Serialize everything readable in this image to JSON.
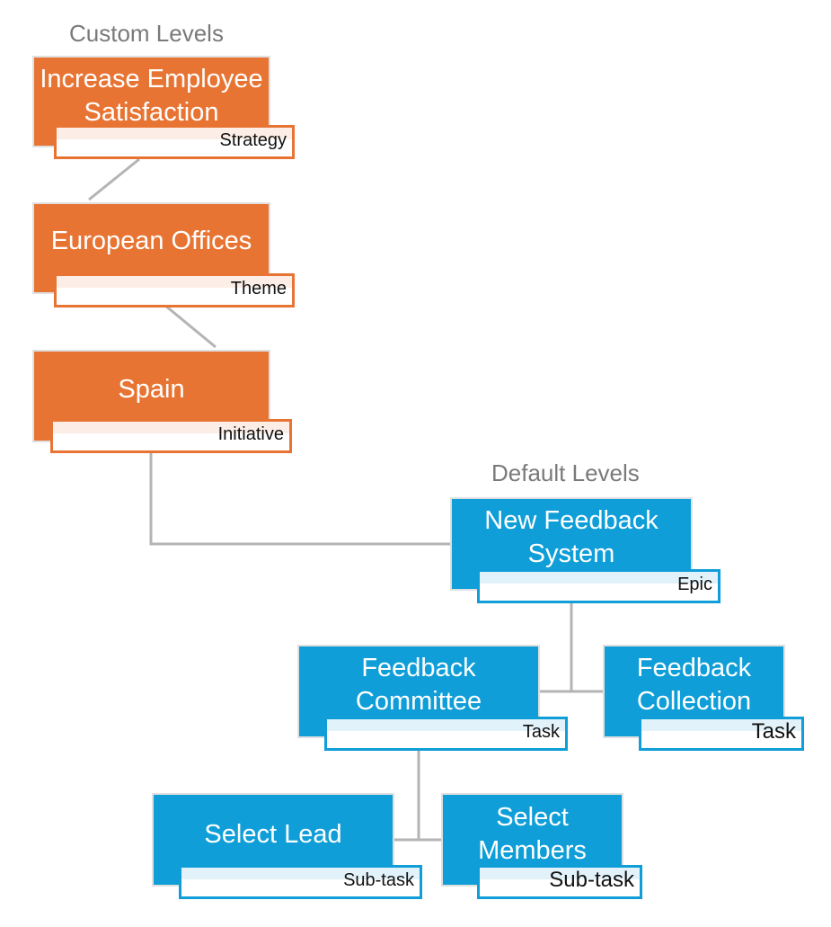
{
  "labels": {
    "custom_levels": "Custom Levels",
    "default_levels": "Default Levels"
  },
  "colors": {
    "custom": "#E87433",
    "default": "#0F9ED8",
    "connector": "#B4B4B4",
    "label_text": "#7A7A7A"
  },
  "nodes": {
    "strategy": {
      "title": "Increase Employee\nSatisfaction",
      "level": "Strategy"
    },
    "theme": {
      "title": "European Offices",
      "level": "Theme"
    },
    "initiative": {
      "title": "Spain",
      "level": "Initiative"
    },
    "epic": {
      "title": "New Feedback\nSystem",
      "level": "Epic"
    },
    "task_committee": {
      "title": "Feedback\nCommittee",
      "level": "Task"
    },
    "task_collection": {
      "title": "Feedback\nCollection",
      "level": "Task"
    },
    "subtask_lead": {
      "title": "Select Lead",
      "level": "Sub-task"
    },
    "subtask_members": {
      "title": "Select\nMembers",
      "level": "Sub-task"
    }
  }
}
